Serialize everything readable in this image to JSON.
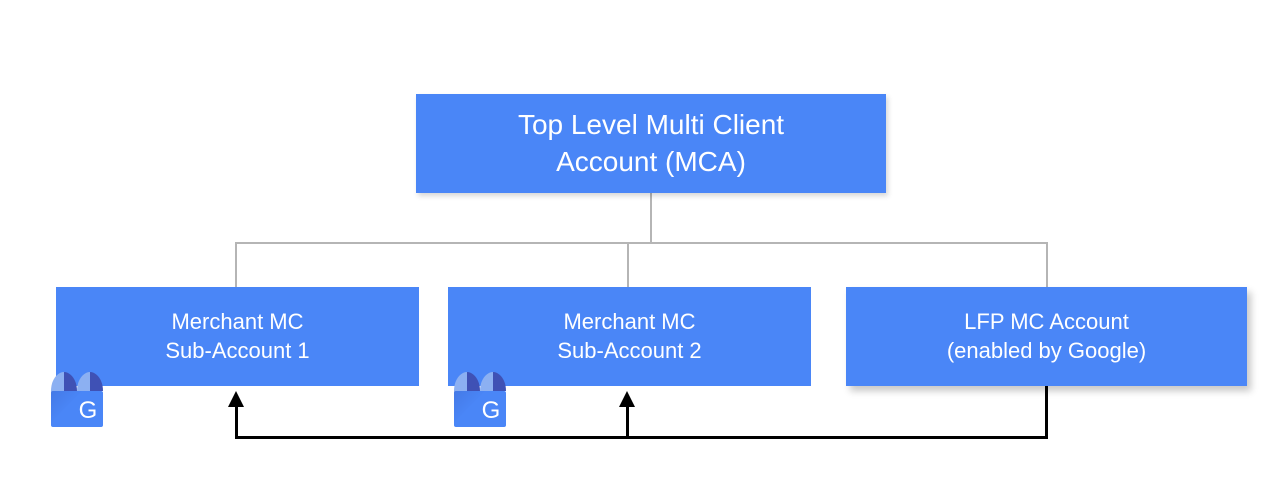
{
  "diagram": {
    "title_root": "Top Level Multi Client\nAccount (MCA)",
    "nodes": [
      {
        "id": "root",
        "label": "Top Level Multi Client\nAccount (MCA)"
      },
      {
        "id": "sub1",
        "label": "Merchant MC\nSub-Account 1"
      },
      {
        "id": "sub2",
        "label": "Merchant MC\nSub-Account 2"
      },
      {
        "id": "lfp",
        "label": "LFP MC Account\n(enabled by Google)"
      }
    ],
    "icons": {
      "storefront_letter": "G"
    },
    "colors": {
      "node_fill": "#4a86f7",
      "node_text": "#ffffff",
      "tree_connector": "#b5b5b5",
      "feedback_connector": "#000000",
      "icon_awning_light": "#8cb0f2",
      "icon_awning_dark": "#3f51b5",
      "icon_body": "#4a86f7",
      "icon_body_shade": "#5f95f5"
    }
  }
}
